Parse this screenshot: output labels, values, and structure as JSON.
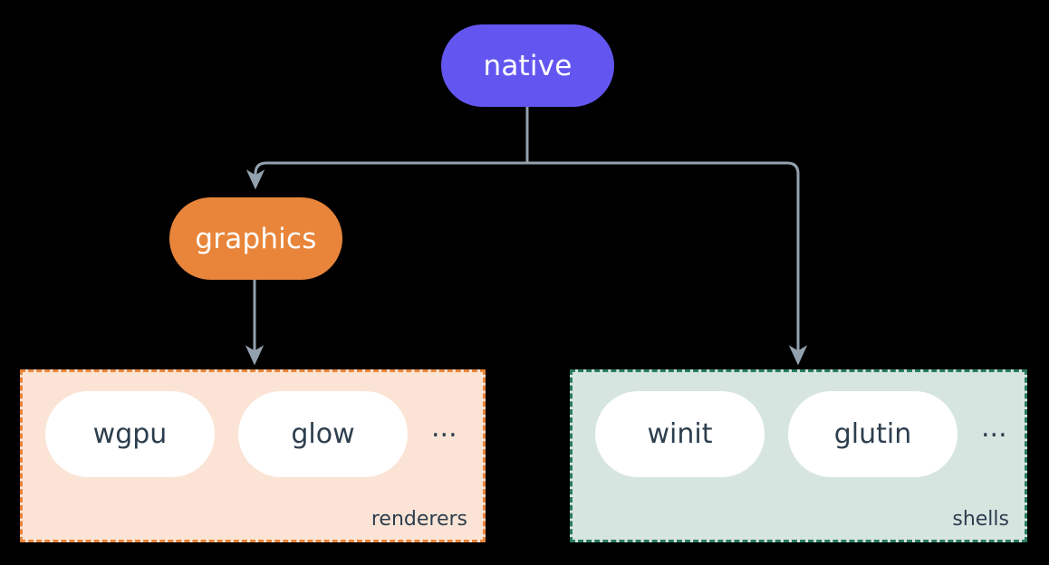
{
  "diagram": {
    "background_color": "#000000",
    "edge_color": "#93a1ae",
    "nodes": {
      "native": {
        "label": "native",
        "color": "#6356f0",
        "text_color": "#ffffff"
      },
      "graphics": {
        "label": "graphics",
        "color": "#e8853a",
        "text_color": "#ffffff"
      }
    },
    "groups": [
      {
        "name": "renderers",
        "label": "renderers",
        "fill_color": "#fbe4d5",
        "border_color": "#e8853a",
        "items": [
          {
            "label": "wgpu"
          },
          {
            "label": "glow"
          }
        ],
        "ellipsis": "..."
      },
      {
        "name": "shells",
        "label": "shells",
        "fill_color": "#d6e5e0",
        "border_color": "#2a7a62",
        "items": [
          {
            "label": "winit"
          },
          {
            "label": "glutin"
          }
        ],
        "ellipsis": "..."
      }
    ]
  }
}
